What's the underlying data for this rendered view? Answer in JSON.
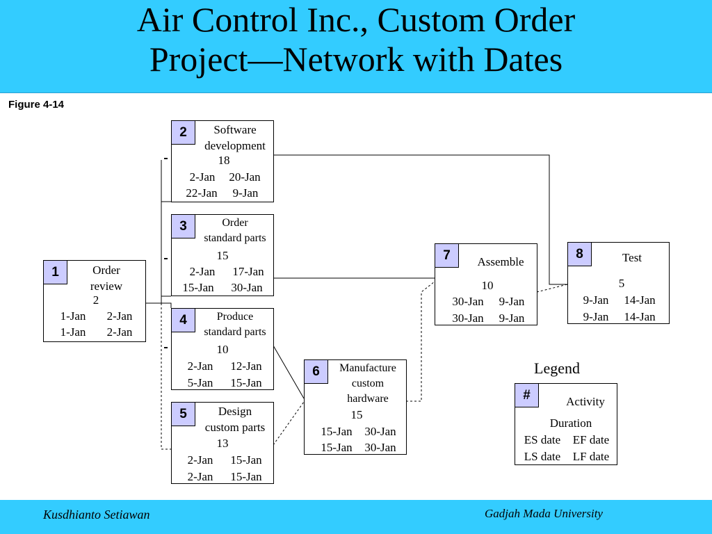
{
  "header": {
    "title_line1": "Air Control Inc., Custom Order",
    "title_line2": "Project—Network with Dates"
  },
  "figure_label": "Figure 4-14",
  "nodes": [
    {
      "id": "1",
      "name": [
        "Order",
        "review"
      ],
      "duration": "2",
      "es": "1-Jan",
      "ef": "2-Jan",
      "ls": "1-Jan",
      "lf": "2-Jan"
    },
    {
      "id": "2",
      "name": [
        "Software",
        "development"
      ],
      "duration": "18",
      "es": "2-Jan",
      "ef": "20-Jan",
      "ls": "22-Jan",
      "lf": "9-Jan"
    },
    {
      "id": "3",
      "name": [
        "Order",
        "standard parts"
      ],
      "duration": "15",
      "es": "2-Jan",
      "ef": "17-Jan",
      "ls": "15-Jan",
      "lf": "30-Jan"
    },
    {
      "id": "4",
      "name": [
        "Produce",
        "standard parts"
      ],
      "duration": "10",
      "es": "2-Jan",
      "ef": "12-Jan",
      "ls": "5-Jan",
      "lf": "15-Jan"
    },
    {
      "id": "5",
      "name": [
        "Design",
        "custom parts"
      ],
      "duration": "13",
      "es": "2-Jan",
      "ef": "15-Jan",
      "ls": "2-Jan",
      "lf": "15-Jan"
    },
    {
      "id": "6",
      "name": [
        "Manufacture",
        "custom",
        "hardware"
      ],
      "duration": "15",
      "es": "15-Jan",
      "ef": "30-Jan",
      "ls": "15-Jan",
      "lf": "30-Jan"
    },
    {
      "id": "7",
      "name": [
        "Assemble"
      ],
      "duration": "10",
      "es": "30-Jan",
      "ef": "9-Jan",
      "ls": "30-Jan",
      "lf": "9-Jan"
    },
    {
      "id": "8",
      "name": [
        "Test"
      ],
      "duration": "5",
      "es": "9-Jan",
      "ef": "14-Jan",
      "ls": "9-Jan",
      "lf": "14-Jan"
    }
  ],
  "legend": {
    "title": "Legend",
    "id": "#",
    "activity": "Activity",
    "duration": "Duration",
    "es": "ES date",
    "ef": "EF date",
    "ls": "LS date",
    "lf": "LF date"
  },
  "footer": {
    "left": "Kusdhianto Setiawan",
    "right": "Gadjah Mada University"
  },
  "colors": {
    "band": "#33ccff",
    "node_number_fill": "#ccccff"
  }
}
